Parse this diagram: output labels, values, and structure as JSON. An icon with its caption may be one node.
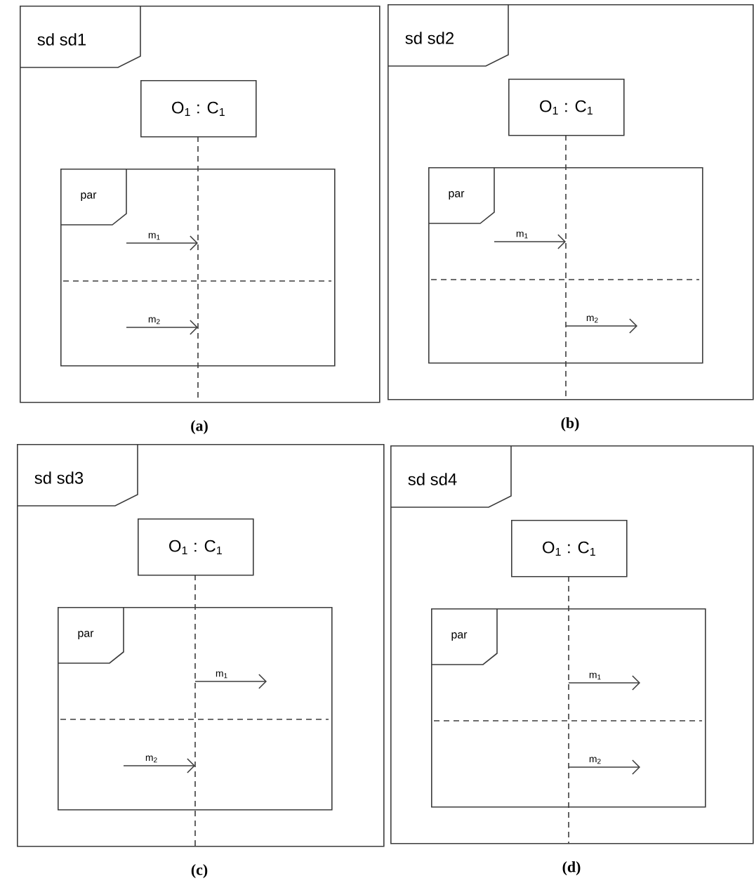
{
  "diagram": {
    "nodes": [
      {
        "text": [
          "sd sd1"
        ]
      },
      {
        "text": [
          "O$_{1}$ : C$_{1}$"
        ],
        "in": 0
      },
      {
        "text": [
          "par"
        ],
        "in": 0
      },
      {
        "text": [],
        "shape": "line",
        "in": 0
      },
      {
        "text": [
          "sd sd2"
        ]
      },
      {
        "text": [
          "O$_{1}$ : C$_{1}$"
        ],
        "in": 4
      },
      {
        "text": [
          "par"
        ],
        "in": 4
      },
      {
        "text": [],
        "shape": "line",
        "in": 4
      },
      {
        "text": [
          "sd sd3"
        ]
      },
      {
        "text": [
          "O$_{1}$ : C$_{1}$"
        ],
        "in": 8
      },
      {
        "text": [
          "par"
        ],
        "in": 8
      },
      {
        "text": [],
        "shape": "line",
        "in": 8
      },
      {
        "text": [
          "sd sd4"
        ]
      },
      {
        "text": [
          "O$_{1}$ : C$_{1}$"
        ],
        "in": 12
      },
      {
        "text": [
          "par"
        ],
        "in": 12
      },
      {
        "text": [],
        "shape": "line",
        "in": 12
      }
    ],
    "edges": [
      {
        "from": 2,
        "to": 3,
        "arrow": "to",
        "label": "m$_{1}$"
      },
      {
        "from": 2,
        "to": 3,
        "arrow": "to",
        "label": "m$_{2}$"
      },
      {
        "from": 6,
        "to": 7,
        "arrow": "to",
        "label": "m$_{1}$"
      },
      {
        "from": 7,
        "to": 6,
        "arrow": "to",
        "label": "m$_{2}$"
      },
      {
        "from": 11,
        "to": 10,
        "arrow": "to",
        "label": "m$_{1}$"
      },
      {
        "from": 10,
        "to": 11,
        "arrow": "to",
        "label": "m$_{2}$"
      },
      {
        "from": 15,
        "to": 14,
        "arrow": "to",
        "label": "m$_{1}$"
      },
      {
        "from": 15,
        "to": 14,
        "arrow": "to",
        "label": "m$_{2}$"
      }
    ],
    "labels": [
      "(a)",
      "(b)",
      "(c)",
      "(d)"
    ]
  }
}
